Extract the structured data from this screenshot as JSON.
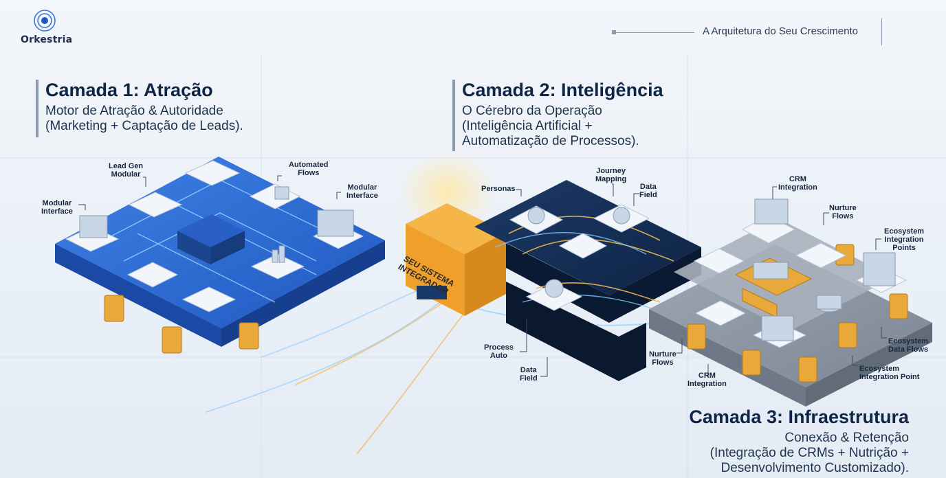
{
  "brand": {
    "name": "Orkestria"
  },
  "header": {
    "title": "A Arquitetura do Seu Crescimento"
  },
  "layers": [
    {
      "title": "Camada 1: Atração",
      "lines": [
        "Motor de Atração & Autoridade",
        "(Marketing + Captação de Leads)."
      ]
    },
    {
      "title": "Camada 2: Inteligência",
      "lines": [
        "O Cérebro da Operação",
        "(Inteligência Artificial +",
        "Automatização de Processos)."
      ]
    },
    {
      "title": "Camada 3: Infraestrutura",
      "lines": [
        "Conexão & Retenção",
        "(Integração de CRMs + Nutrição +",
        "Desenvolvimento Customizado)."
      ]
    }
  ],
  "hub": {
    "label": [
      "SEU SISTEMA",
      "INTEGRADOR"
    ]
  },
  "labels": {
    "lead_gen": [
      "Lead Gen",
      "Modular"
    ],
    "automated_flows": [
      "Automated",
      "Flows"
    ],
    "modular_interface_left": [
      "Modular",
      "Interface"
    ],
    "modular_interface_right": [
      "Modular",
      "Interface"
    ],
    "personas": [
      "Personas"
    ],
    "journey_mapping": [
      "Journey",
      "Mapping"
    ],
    "data_field_top": [
      "Data",
      "Field"
    ],
    "process_auto": [
      "Process",
      "Auto"
    ],
    "data_field_bottom": [
      "Data",
      "Field"
    ],
    "crm_integration_top": [
      "CRM",
      "Integration"
    ],
    "nurture_flows_top": [
      "Nurture",
      "Flows"
    ],
    "ecosystem_integration_points": [
      "Ecosystem",
      "Integration",
      "Points"
    ],
    "ecosystem_data_flows": [
      "Ecosystem",
      "Data Flows"
    ],
    "ecosystem_integration_point": [
      "Ecosystem",
      "Integration Point"
    ],
    "nurture_flows_bottom": [
      "Nurture",
      "Flows"
    ],
    "crm_integration_bottom": [
      "CRM",
      "Integration"
    ]
  },
  "colors": {
    "layer1": "#2f6fd6",
    "layer2": "#16305a",
    "layer3": "#8a93a0",
    "hub": "#f2a530",
    "connector": "#e8a83a",
    "flow": "#5ec0ff"
  }
}
